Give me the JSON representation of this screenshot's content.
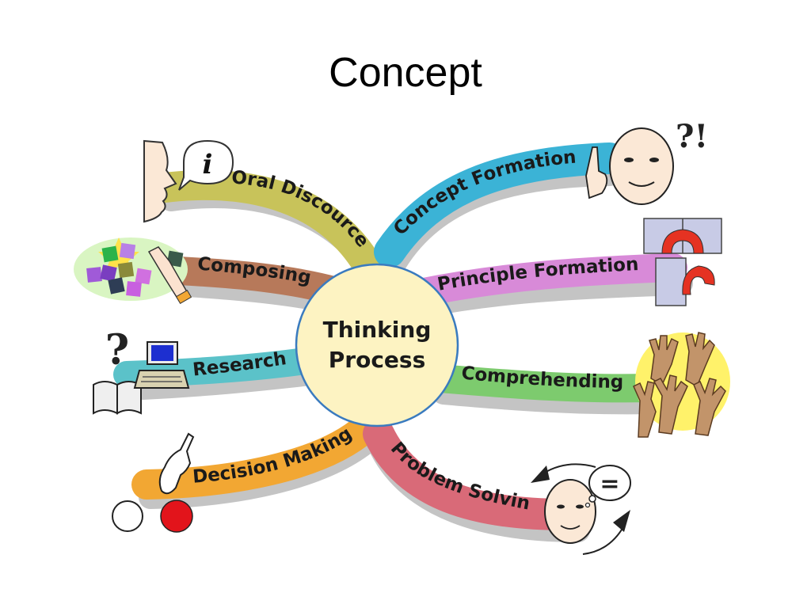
{
  "slide": {
    "title": "Concept"
  },
  "center": {
    "line1": "Thinking",
    "line2": "Process"
  },
  "branches": {
    "oral_discource": {
      "label": "Oral Discource",
      "color": "#c8c35a"
    },
    "composing": {
      "label": "Composing",
      "color": "#b7795a"
    },
    "research": {
      "label": "Research",
      "color": "#5bc2c9"
    },
    "decision_making": {
      "label": "Decision Making",
      "color": "#f2a733"
    },
    "concept_formation": {
      "label": "Concept Formation",
      "color": "#3bb3d6"
    },
    "principle_formation": {
      "label": "Principle Formation",
      "color": "#d88ad8"
    },
    "comprehending": {
      "label": "Comprehending",
      "color": "#7dcb6e"
    },
    "problem_solving": {
      "label": "Problem Solving",
      "color": "#d96a78"
    }
  },
  "icons": {
    "info_bubble": "i",
    "question_mark": "?",
    "interrobang": "?!",
    "equals": "="
  }
}
